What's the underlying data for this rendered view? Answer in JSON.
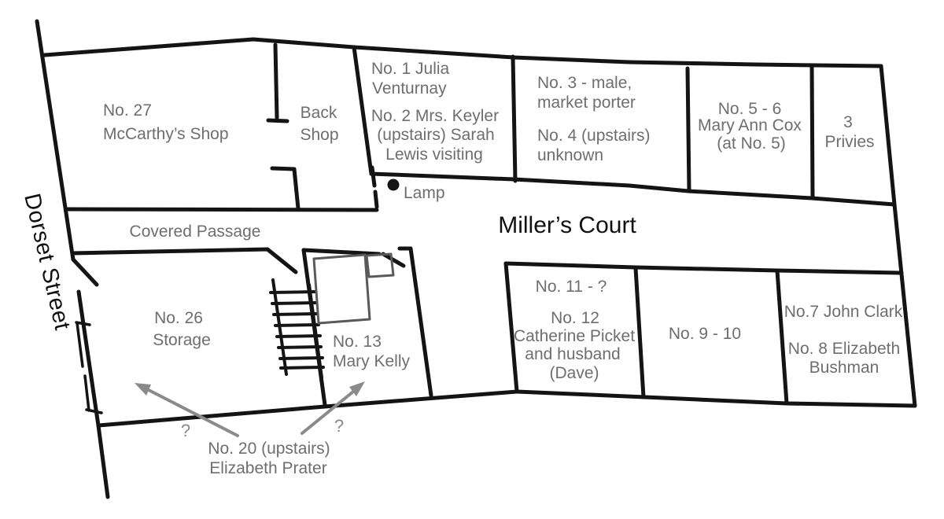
{
  "title": "Miller's Court plan",
  "colors": {
    "wall": "#141414",
    "room_label": "#6e6e6e",
    "annotation": "#8a8a8a",
    "background": "#ffffff"
  },
  "labels": {
    "street": "Dorset Street",
    "court": "Miller’s Court",
    "passage": "Covered Passage",
    "lamp": "Lamp",
    "no27_1": "No. 27",
    "no27_2": "McCarthy’s Shop",
    "backshop_1": "Back",
    "backshop_2": "Shop",
    "r12_1": "No. 1 Julia",
    "r12_2": "Venturnay",
    "r12_3": "No. 2 Mrs. Keyler",
    "r12_4": "(upstairs) Sarah",
    "r12_5": "Lewis visiting",
    "r34_1": "No. 3 - male,",
    "r34_2": "market porter",
    "r34_3": "No. 4 (upstairs)",
    "r34_4": "unknown",
    "r56_1": "No. 5 - 6",
    "r56_2": "Mary Ann Cox",
    "r56_3": "(at No. 5)",
    "privies_1": "3",
    "privies_2": "Privies",
    "no26_1": "No. 26",
    "no26_2": "Storage",
    "no13_1": "No. 13",
    "no13_2": "Mary Kelly",
    "r1112_1": "No. 11 - ?",
    "r1112_2": "No. 12",
    "r1112_3": "Catherine Picket",
    "r1112_4": "and husband",
    "r1112_5": "(Dave)",
    "r910": "No. 9 - 10",
    "r78_1": "No.7 John Clark",
    "r78_2": "No. 8 Elizabeth",
    "r78_3": "Bushman",
    "no20_1": "No. 20 (upstairs)",
    "no20_2": "Elizabeth Prater",
    "q_left": "?",
    "q_right": "?"
  }
}
